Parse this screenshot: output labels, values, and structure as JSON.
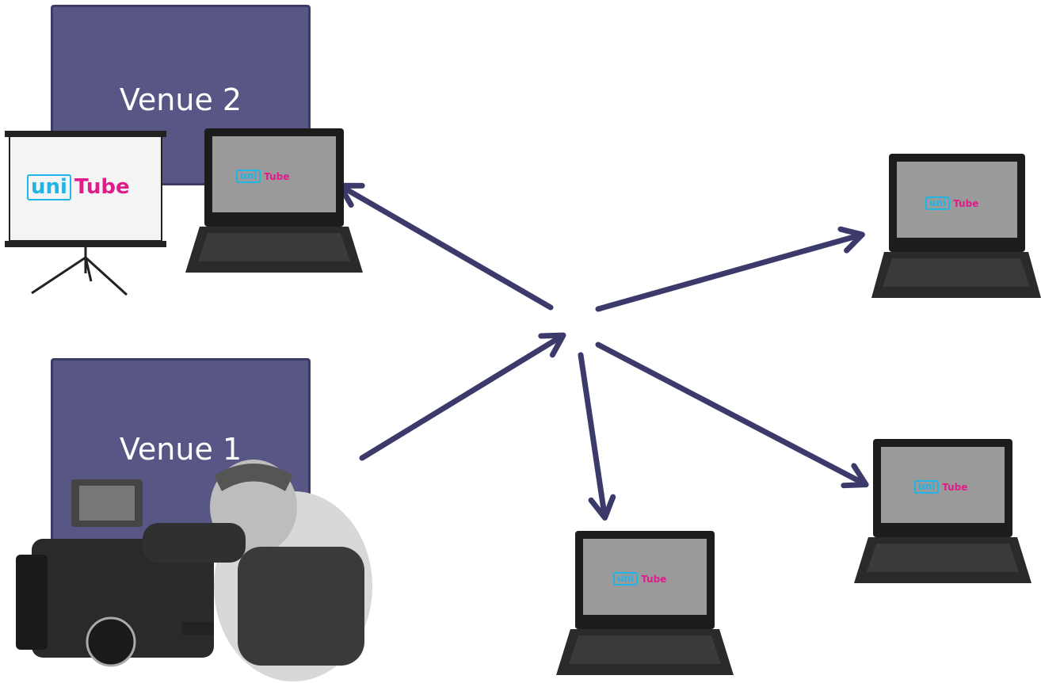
{
  "venues": [
    {
      "id": "venue2",
      "label": "Venue 2"
    },
    {
      "id": "venue1",
      "label": "Venue 1"
    }
  ],
  "logo": {
    "uni": "uni",
    "tube": "Tube"
  },
  "colors": {
    "venue_fill": "#575684",
    "arrow": "#3b3a6b",
    "logo_uni": "#1fb5e6",
    "logo_tube": "#e01b8c",
    "screen": "#9a9a9a",
    "laptop_body": "#1c1c1c"
  },
  "icons": [
    "laptop-icon",
    "projector-screen-icon",
    "camera-operator-icon",
    "arrow-icon"
  ]
}
